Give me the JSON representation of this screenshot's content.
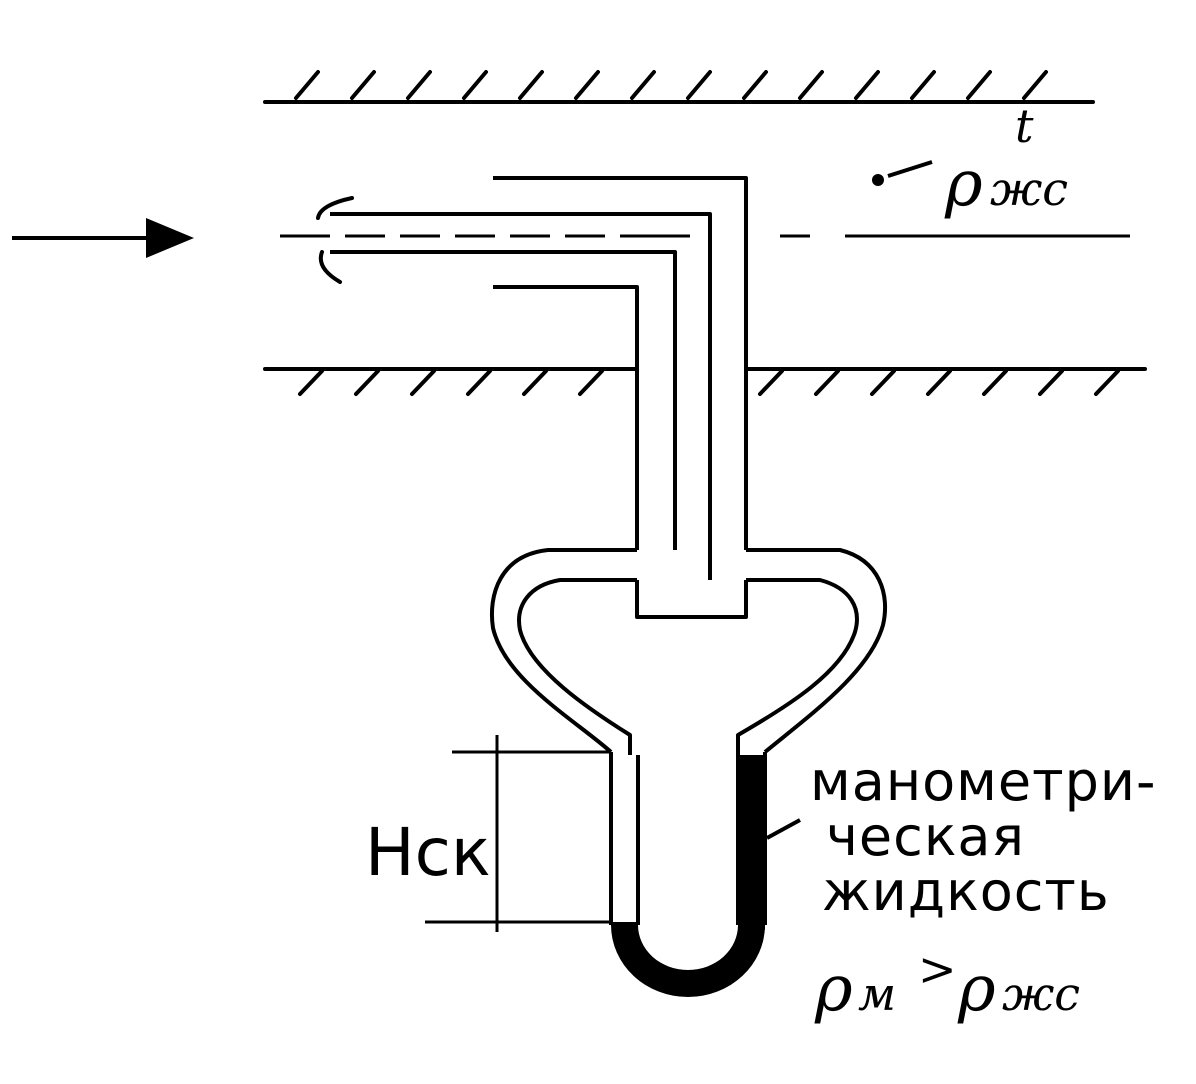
{
  "labels": {
    "height_symbol": "Нск",
    "fluid_label_line1": "манометри-",
    "fluid_label_line2": "ческая",
    "fluid_label_line3": "жидкость",
    "density_fluid": "ρ",
    "density_fluid_sub": "жс",
    "density_fluid_sup": "t",
    "ineq_left": "ρ",
    "ineq_left_sub": "м",
    "ineq_sign": ">",
    "ineq_right": "ρ",
    "ineq_right_sub": "жс"
  },
  "colors": {
    "ink": "#000000",
    "background": "#ffffff",
    "manometer_fluid": "#000000"
  }
}
